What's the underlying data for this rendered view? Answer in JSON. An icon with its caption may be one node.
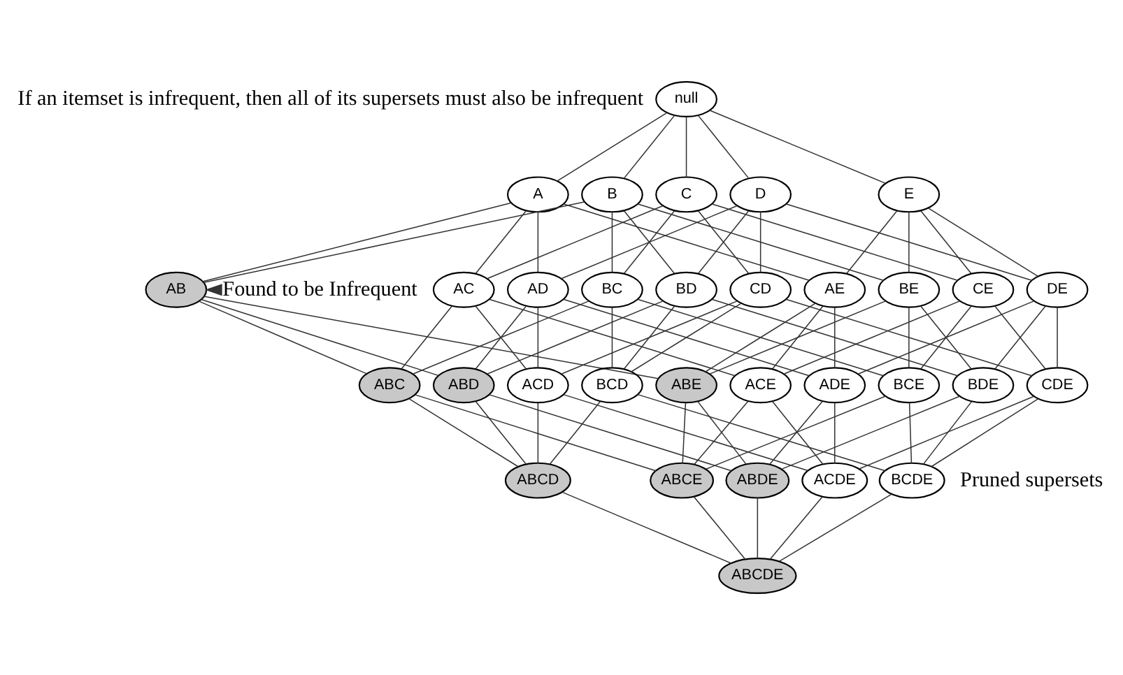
{
  "diagram": {
    "nodes": [
      {
        "text": [
          "null"
        ]
      },
      {
        "text": [
          "A"
        ]
      },
      {
        "text": [
          "B"
        ]
      },
      {
        "text": [
          "C"
        ]
      },
      {
        "text": [
          "D"
        ]
      },
      {
        "text": [
          "E"
        ]
      },
      {
        "text": [
          "AB"
        ]
      },
      {
        "text": [
          "AC"
        ]
      },
      {
        "text": [
          "AD"
        ]
      },
      {
        "text": [
          "AE"
        ]
      },
      {
        "text": [
          "BC"
        ]
      },
      {
        "text": [
          "BD"
        ]
      },
      {
        "text": [
          "BE"
        ]
      },
      {
        "text": [
          "CD"
        ]
      },
      {
        "text": [
          "CE"
        ]
      },
      {
        "text": [
          "DE"
        ]
      },
      {
        "text": [
          "ABC"
        ]
      },
      {
        "text": [
          "ABD"
        ]
      },
      {
        "text": [
          "ABE"
        ]
      },
      {
        "text": [
          "ACD"
        ]
      },
      {
        "text": [
          "ACE"
        ]
      },
      {
        "text": [
          "ADE"
        ]
      },
      {
        "text": [
          "BCD"
        ]
      },
      {
        "text": [
          "BCE"
        ]
      },
      {
        "text": [
          "BDE"
        ]
      },
      {
        "text": [
          "CDE"
        ]
      },
      {
        "text": [
          "ABCD"
        ]
      },
      {
        "text": [
          "ABCE"
        ]
      },
      {
        "text": [
          "ABDE"
        ]
      },
      {
        "text": [
          "ACDE"
        ]
      },
      {
        "text": [
          "BCDE"
        ]
      },
      {
        "text": [
          "ABCDE"
        ]
      },
      {
        "text": [
          "Found to be Infrequent"
        ]
      }
    ],
    "edges": [
      {
        "from": 0,
        "to": 1,
        "arrow": "none"
      },
      {
        "from": 0,
        "to": 2,
        "arrow": "none"
      },
      {
        "from": 0,
        "to": 3,
        "arrow": "none"
      },
      {
        "from": 0,
        "to": 4,
        "arrow": "none"
      },
      {
        "from": 0,
        "to": 5,
        "arrow": "none"
      },
      {
        "from": 1,
        "to": 6,
        "arrow": "none"
      },
      {
        "from": 1,
        "to": 7,
        "arrow": "none"
      },
      {
        "from": 1,
        "to": 8,
        "arrow": "none"
      },
      {
        "from": 1,
        "to": 9,
        "arrow": "none"
      },
      {
        "from": 2,
        "to": 6,
        "arrow": "none"
      },
      {
        "from": 2,
        "to": 10,
        "arrow": "none"
      },
      {
        "from": 2,
        "to": 11,
        "arrow": "none"
      },
      {
        "from": 2,
        "to": 12,
        "arrow": "none"
      },
      {
        "from": 3,
        "to": 7,
        "arrow": "none"
      },
      {
        "from": 3,
        "to": 10,
        "arrow": "none"
      },
      {
        "from": 3,
        "to": 13,
        "arrow": "none"
      },
      {
        "from": 3,
        "to": 14,
        "arrow": "none"
      },
      {
        "from": 4,
        "to": 8,
        "arrow": "none"
      },
      {
        "from": 4,
        "to": 11,
        "arrow": "none"
      },
      {
        "from": 4,
        "to": 13,
        "arrow": "none"
      },
      {
        "from": 4,
        "to": 15,
        "arrow": "none"
      },
      {
        "from": 5,
        "to": 9,
        "arrow": "none"
      },
      {
        "from": 5,
        "to": 12,
        "arrow": "none"
      },
      {
        "from": 5,
        "to": 14,
        "arrow": "none"
      },
      {
        "from": 5,
        "to": 15,
        "arrow": "none"
      },
      {
        "from": 6,
        "to": 16,
        "arrow": "none"
      },
      {
        "from": 6,
        "to": 17,
        "arrow": "none"
      },
      {
        "from": 6,
        "to": 18,
        "arrow": "none"
      },
      {
        "from": 7,
        "to": 16,
        "arrow": "none"
      },
      {
        "from": 7,
        "to": 19,
        "arrow": "none"
      },
      {
        "from": 7,
        "to": 20,
        "arrow": "none"
      },
      {
        "from": 8,
        "to": 17,
        "arrow": "none"
      },
      {
        "from": 8,
        "to": 19,
        "arrow": "none"
      },
      {
        "from": 8,
        "to": 21,
        "arrow": "none"
      },
      {
        "from": 9,
        "to": 18,
        "arrow": "none"
      },
      {
        "from": 9,
        "to": 20,
        "arrow": "none"
      },
      {
        "from": 9,
        "to": 21,
        "arrow": "none"
      },
      {
        "from": 10,
        "to": 16,
        "arrow": "none"
      },
      {
        "from": 10,
        "to": 22,
        "arrow": "none"
      },
      {
        "from": 10,
        "to": 23,
        "arrow": "none"
      },
      {
        "from": 11,
        "to": 17,
        "arrow": "none"
      },
      {
        "from": 11,
        "to": 22,
        "arrow": "none"
      },
      {
        "from": 11,
        "to": 24,
        "arrow": "none"
      },
      {
        "from": 12,
        "to": 18,
        "arrow": "none"
      },
      {
        "from": 12,
        "to": 23,
        "arrow": "none"
      },
      {
        "from": 12,
        "to": 24,
        "arrow": "none"
      },
      {
        "from": 13,
        "to": 19,
        "arrow": "none"
      },
      {
        "from": 13,
        "to": 22,
        "arrow": "none"
      },
      {
        "from": 13,
        "to": 25,
        "arrow": "none"
      },
      {
        "from": 14,
        "to": 20,
        "arrow": "none"
      },
      {
        "from": 14,
        "to": 23,
        "arrow": "none"
      },
      {
        "from": 14,
        "to": 25,
        "arrow": "none"
      },
      {
        "from": 15,
        "to": 21,
        "arrow": "none"
      },
      {
        "from": 15,
        "to": 24,
        "arrow": "none"
      },
      {
        "from": 15,
        "to": 25,
        "arrow": "none"
      },
      {
        "from": 16,
        "to": 26,
        "arrow": "none"
      },
      {
        "from": 16,
        "to": 27,
        "arrow": "none"
      },
      {
        "from": 17,
        "to": 26,
        "arrow": "none"
      },
      {
        "from": 17,
        "to": 28,
        "arrow": "none"
      },
      {
        "from": 18,
        "to": 27,
        "arrow": "none"
      },
      {
        "from": 18,
        "to": 28,
        "arrow": "none"
      },
      {
        "from": 19,
        "to": 26,
        "arrow": "none"
      },
      {
        "from": 19,
        "to": 29,
        "arrow": "none"
      },
      {
        "from": 20,
        "to": 27,
        "arrow": "none"
      },
      {
        "from": 20,
        "to": 29,
        "arrow": "none"
      },
      {
        "from": 21,
        "to": 28,
        "arrow": "none"
      },
      {
        "from": 21,
        "to": 29,
        "arrow": "none"
      },
      {
        "from": 22,
        "to": 26,
        "arrow": "none"
      },
      {
        "from": 22,
        "to": 30,
        "arrow": "none"
      },
      {
        "from": 23,
        "to": 27,
        "arrow": "none"
      },
      {
        "from": 23,
        "to": 30,
        "arrow": "none"
      },
      {
        "from": 24,
        "to": 28,
        "arrow": "none"
      },
      {
        "from": 24,
        "to": 30,
        "arrow": "none"
      },
      {
        "from": 25,
        "to": 29,
        "arrow": "none"
      },
      {
        "from": 25,
        "to": 30,
        "arrow": "none"
      },
      {
        "from": 26,
        "to": 31,
        "arrow": "none"
      },
      {
        "from": 27,
        "to": 31,
        "arrow": "none"
      },
      {
        "from": 28,
        "to": 31,
        "arrow": "none"
      },
      {
        "from": 29,
        "to": 31,
        "arrow": "none"
      },
      {
        "from": 30,
        "to": 31,
        "arrow": "none"
      },
      {
        "from": 32,
        "to": 6,
        "arrow": "to"
      }
    ],
    "labels": [
      "If an itemset is infrequent, then all of its supersets must also be infrequent",
      "Pruned supersets"
    ]
  }
}
